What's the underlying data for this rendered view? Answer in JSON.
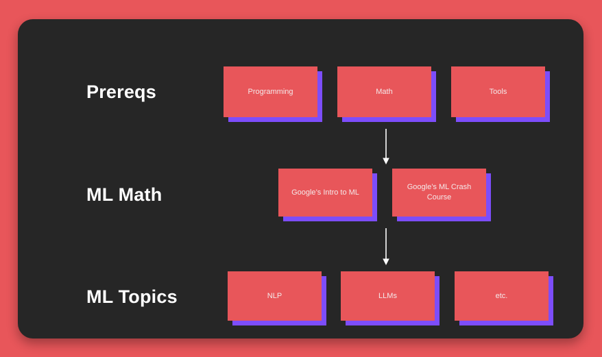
{
  "canvas": {
    "background_color": "#e8565a",
    "panel_color": "#262626",
    "card_color": "#e8565a",
    "card_shadow_color": "#7d4dfb",
    "label_color": "#ffffff",
    "card_text_color": "#f4e9ea",
    "arrow_color": "#ffffff"
  },
  "rows": [
    {
      "label": "Prereqs",
      "cards": [
        {
          "label": "Programming"
        },
        {
          "label": "Math"
        },
        {
          "label": "Tools"
        }
      ]
    },
    {
      "label": "ML Math",
      "cards": [
        {
          "label": "Google’s Intro to ML"
        },
        {
          "label": "Google’s ML Crash Course"
        }
      ]
    },
    {
      "label": "ML Topics",
      "cards": [
        {
          "label": "NLP"
        },
        {
          "label": "LLMs"
        },
        {
          "label": "etc."
        }
      ]
    }
  ],
  "connectors": [
    {
      "name": "prereqs-to-mlmath",
      "direction": "down"
    },
    {
      "name": "mlmath-to-mltopics",
      "direction": "down"
    }
  ]
}
